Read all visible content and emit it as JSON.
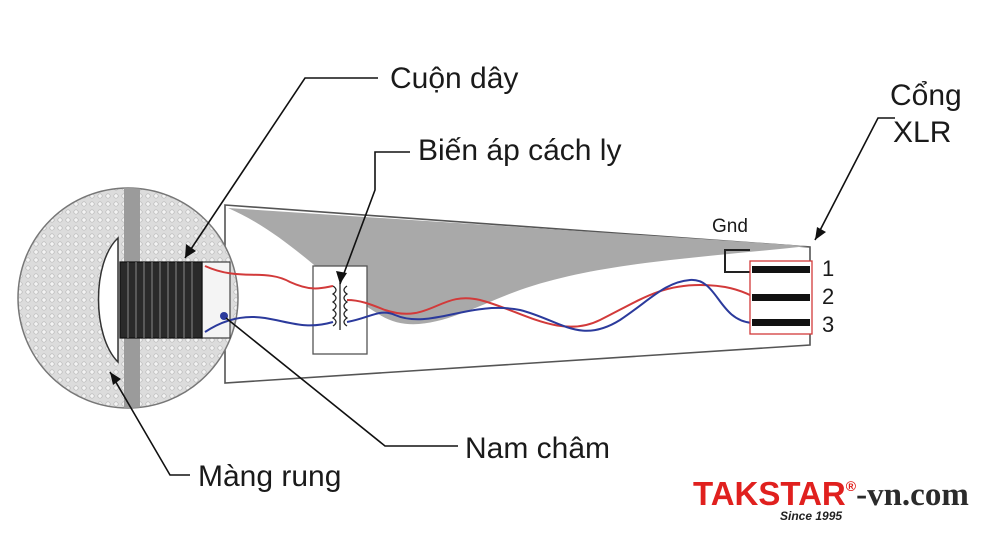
{
  "labels": {
    "coil": "Cuộn dây",
    "transformer": "Biến áp cách ly",
    "port_line1": "Cổng",
    "port_line2": "XLR",
    "gnd": "Gnd",
    "magnet": "Nam châm",
    "diaphragm": "Màng rung"
  },
  "pins": [
    "1",
    "2",
    "3"
  ],
  "watermark": {
    "brand_part1": "TAKSTAR",
    "brand_mark": "®",
    "brand_part2": "-vn.com",
    "tagline": "Since 1995"
  },
  "colors": {
    "wire_red": "#d23a3a",
    "wire_blue": "#2b3a9c",
    "body_gray": "#a9a9a9",
    "head_gray": "#d9d9d9",
    "brand_red": "#e0201e",
    "brand_dark": "#2b2b2b"
  }
}
